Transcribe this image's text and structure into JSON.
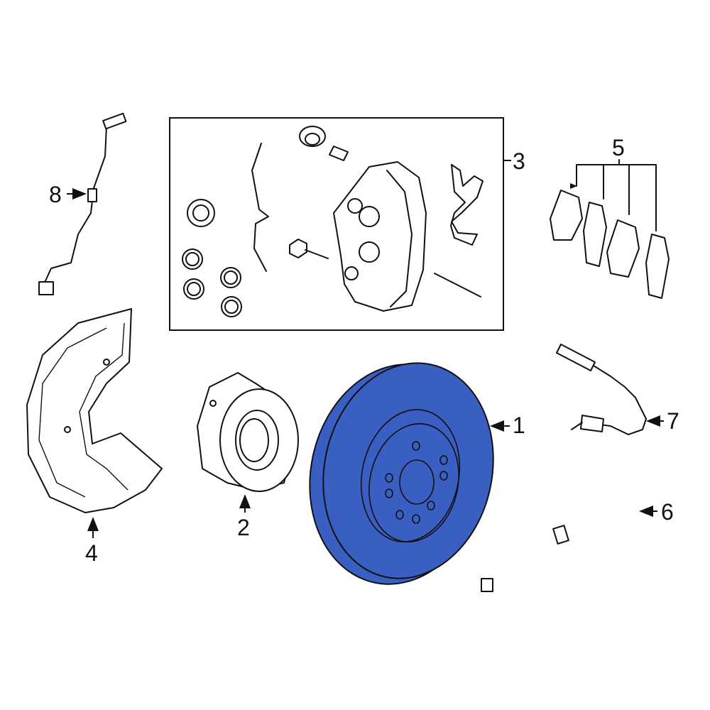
{
  "diagram": {
    "highlight_color": "#3a5fc2",
    "highlighted_part": "1",
    "callouts": [
      {
        "id": "1",
        "label": "1"
      },
      {
        "id": "2",
        "label": "2"
      },
      {
        "id": "3",
        "label": "3"
      },
      {
        "id": "4",
        "label": "4"
      },
      {
        "id": "5",
        "label": "5"
      },
      {
        "id": "6",
        "label": "6"
      },
      {
        "id": "7",
        "label": "7"
      },
      {
        "id": "8",
        "label": "8"
      }
    ]
  }
}
